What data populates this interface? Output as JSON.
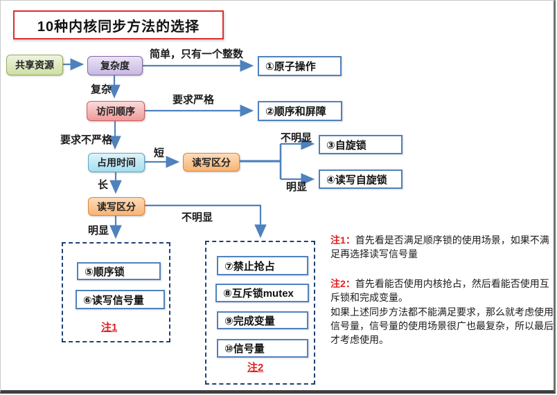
{
  "title": "10种内核同步方法的选择",
  "nodes": {
    "shared_resource": {
      "label": "共享资源"
    },
    "complexity": {
      "label": "复杂度"
    },
    "access_order": {
      "label": "访问顺序"
    },
    "time_held": {
      "label": "占用时间"
    },
    "rw_dist_short": {
      "label": "读写区分"
    },
    "rw_dist_long": {
      "label": "读写区分"
    }
  },
  "results": {
    "r1": "①原子操作",
    "r2": "②顺序和屏障",
    "r3": "③自旋锁",
    "r4": "④读写自旋锁",
    "r5": "⑤顺序锁",
    "r6": "⑥读写信号量",
    "r7": "⑦禁止抢占",
    "r8": "⑧互斥锁mutex",
    "r9": "⑨完成变量",
    "r10": "⑩信号量"
  },
  "edge_labels": {
    "simple": "简单，只有一个整数",
    "complex": "复杂",
    "strict": "要求严格",
    "not_strict": "要求不严格",
    "short": "短",
    "long": "长",
    "not_obvious_spin": "不明显",
    "obvious_spin": "明显",
    "not_obvious_bottom": "不明显",
    "obvious_bottom": "明显"
  },
  "note_refs": {
    "note1": "注1",
    "note2": "注2"
  },
  "notes": {
    "note1_label": "注1：",
    "note1_text": "首先看是否满足顺序锁的使用场景，如果不满足再选择读写信号量",
    "note2_label": "注2：",
    "note2_text": "首先看能否使用内核抢占，然后看能否使用互斥锁和完成变量。",
    "note2_text2": "如果上述同步方法都不能满足要求，那么就考虑使用信号量，信号量的使用场景很广也最复杂，所以最后才考虑使用。"
  },
  "colors": {
    "arrow": "#4f81bd",
    "result_border": "#4f81bd",
    "dashed_border": "#1f3f73",
    "title_border": "#d93030",
    "note_red": "#e01f1f",
    "node_green_border": "#94ad58",
    "node_purple_border": "#8468a8",
    "node_pink_border": "#cf5b5b",
    "node_cyan_border": "#55a8c6",
    "node_orange_border": "#e0852f"
  }
}
